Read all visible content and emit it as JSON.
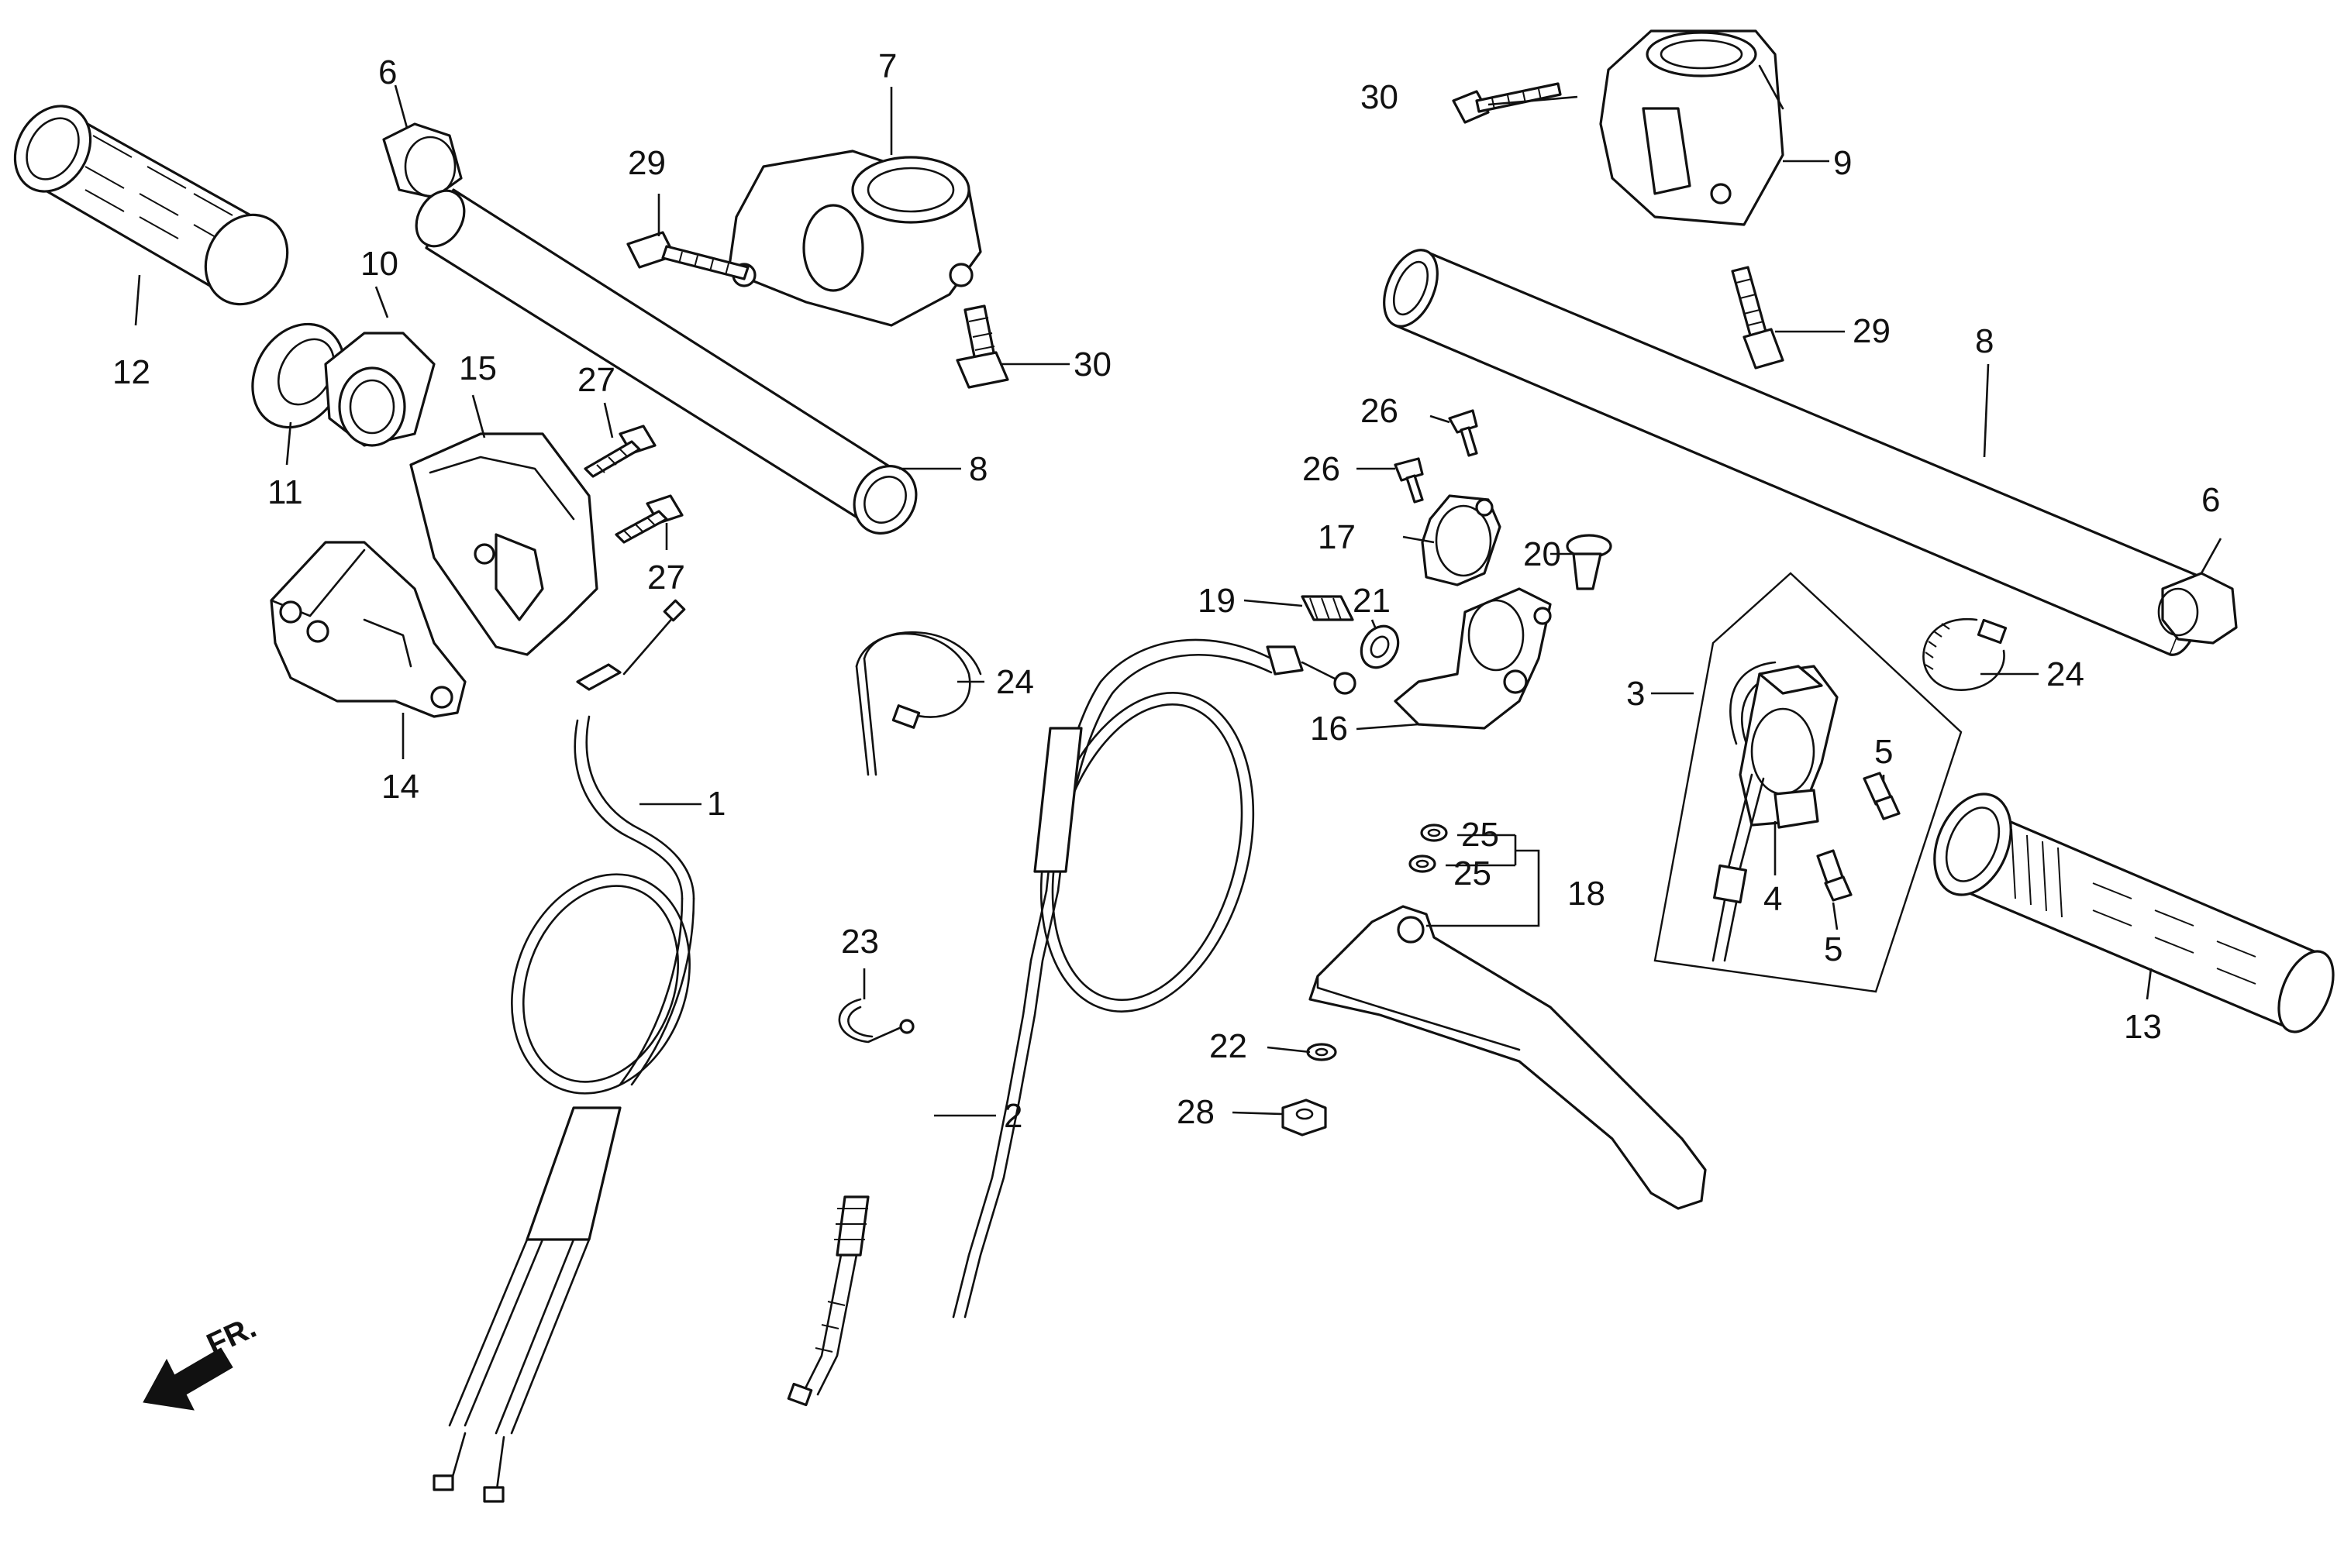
{
  "callouts": {
    "c1": "1",
    "c2": "2",
    "c3": "3",
    "c4": "4",
    "c5a": "5",
    "c5b": "5",
    "c6a": "6",
    "c6b": "6",
    "c7": "7",
    "c8a": "8",
    "c8b": "8",
    "c9": "9",
    "c10": "10",
    "c11": "11",
    "c12": "12",
    "c13": "13",
    "c14": "14",
    "c15": "15",
    "c16": "16",
    "c17": "17",
    "c18": "18",
    "c19": "19",
    "c20": "20",
    "c21": "21",
    "c22": "22",
    "c23": "23",
    "c24a": "24",
    "c24b": "24",
    "c25a": "25",
    "c25b": "25",
    "c26a": "26",
    "c26b": "26",
    "c27a": "27",
    "c27b": "27",
    "c28": "28",
    "c29a": "29",
    "c29b": "29",
    "c30a": "30",
    "c30b": "30"
  },
  "front_marker": {
    "label": "FR.",
    "icon": "front-direction-arrow-icon"
  }
}
